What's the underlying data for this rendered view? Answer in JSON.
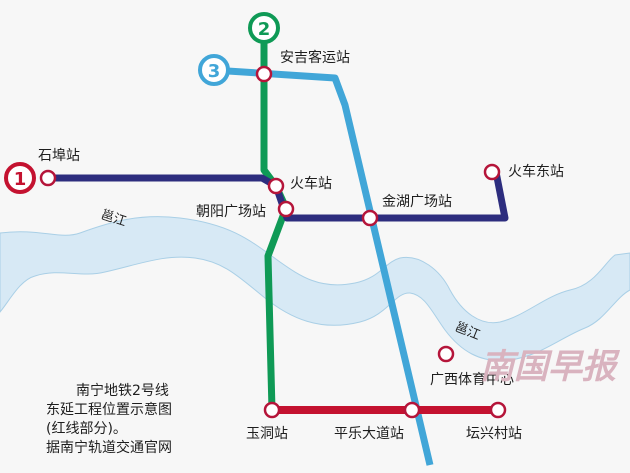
{
  "colors": {
    "background": "#f7f7f7",
    "river": "#d7e9f5",
    "line1": "#2d2d7e",
    "line2": "#0f9a56",
    "line3": "#41a6d8",
    "extension": "#c41230",
    "station_ring": "#b5153a",
    "watermark": "#d9b3bf"
  },
  "lines": {
    "line1_badge": "1",
    "line2_badge": "2",
    "line3_badge": "3"
  },
  "stations": {
    "shibu": "石埠站",
    "anji": "安吉客运站",
    "huoche": "火车站",
    "huoche_east": "火车东站",
    "chaoyang": "朝阳广场站",
    "jinhu": "金湖广场站",
    "guangxi_sports": "广西体育中心",
    "yudong": "玉洞站",
    "pingle": "平乐大道站",
    "tanxing": "坛兴村站"
  },
  "rivers": {
    "upper": "邕江",
    "lower": "邕江"
  },
  "caption": {
    "line1": "南宁地铁2号线",
    "line2": "东延工程位置示意图",
    "line3": "(红线部分)。",
    "line4": "据南宁轨道交通官网"
  },
  "watermark": "南国早报"
}
